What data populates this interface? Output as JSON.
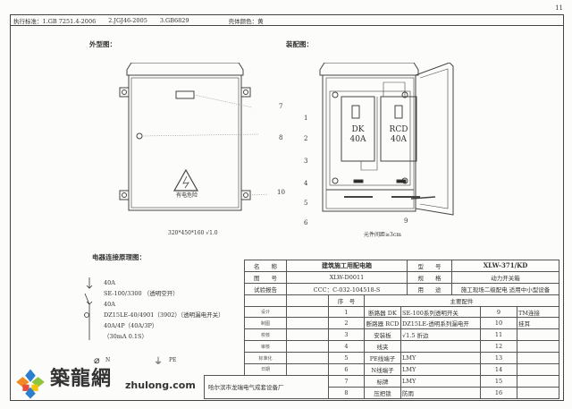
{
  "page_number": "11",
  "standards": {
    "label": "执行标准：",
    "items": [
      "1.GB 7251.4-2006",
      "2.JGJ46-2005",
      "3.GB6829"
    ],
    "color_label": "壳体颜色：黄"
  },
  "external_view": {
    "title": "外型图：",
    "warning": "有电危险",
    "dimensions": "320*450*160 √1.0",
    "callouts": [
      "7",
      "8",
      "10"
    ]
  },
  "assembly_view": {
    "title": "装配图：",
    "breaker1": [
      "DK",
      "40A"
    ],
    "breaker2": [
      "RCD",
      "40A"
    ],
    "callouts": [
      "1",
      "2",
      "3",
      "4",
      "5",
      "6",
      "9"
    ],
    "note": "元件间距≥3cm"
  },
  "schematic": {
    "title": "电器连接原理图：",
    "lines": [
      "40A",
      "SE-100/3300 （透明空开）",
      "40A",
      "DZ15LE-40/4901（3902）（透明漏电开关）",
      "40A/4P（40A/3P）",
      "（30mA 0.1S）"
    ],
    "n_label": "N",
    "pe_label": "PE"
  },
  "title_block": {
    "rows": [
      [
        "名　　称",
        "建筑施工用配电箱",
        "型　　号",
        "XLW-371/KD"
      ],
      [
        "图　　号",
        "XLW-D0011",
        "规　　格",
        "动力开关箱"
      ],
      [
        "试验报告",
        "CCC：C-032-104518-S",
        "用　　途",
        "施工现场二级配电 适用中小型设备"
      ]
    ],
    "seq_header": "序　号",
    "parts_header": "主要配件",
    "sign_labels": [
      "设计",
      "制图",
      "校核",
      "审核",
      "标准化",
      "日期"
    ],
    "parts": [
      [
        "1",
        "断路器 DK",
        "SE-100系列透明开关",
        "9",
        "TM连接"
      ],
      [
        "2",
        "断路器 RCD",
        "DZ15LE-透明系列漏电开",
        "10",
        "挂耳"
      ],
      [
        "3",
        "安装板",
        "√1.5 折边",
        "11",
        ""
      ],
      [
        "4",
        "线夹",
        "",
        "12",
        ""
      ],
      [
        "5",
        "PE线端子",
        "LMY",
        "13",
        ""
      ],
      [
        "6",
        "N线端子",
        "LMY",
        "14",
        ""
      ],
      [
        "7",
        "标牌",
        "LMY",
        "15",
        ""
      ],
      [
        "8",
        "压把锁",
        "防雨",
        "16",
        ""
      ]
    ],
    "company": "哈尔滨市龙瑞电气成套设备厂"
  },
  "watermark": {
    "brand": "築龍網",
    "url": "zhulong.com"
  }
}
